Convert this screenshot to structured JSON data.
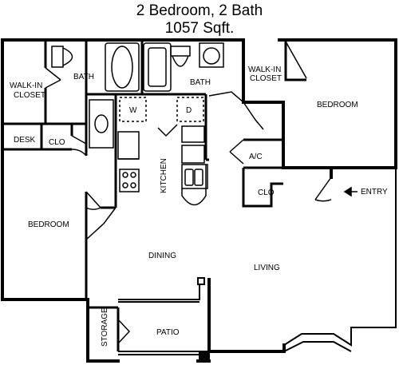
{
  "title": "2 Bedroom, 2 Bath",
  "subtitle": "1057 Sqft.",
  "rooms": {
    "walk_in_closet_left_line1": "WALK-IN",
    "walk_in_closet_left_line2": "CLOSET",
    "bath_left": "BATH",
    "bath_right": "BATH",
    "walk_in_closet_right_line1": "WALK-IN",
    "walk_in_closet_right_line2": "CLOSET",
    "bedroom_right": "BEDROOM",
    "desk": "DESK",
    "closet_left": "CLO",
    "washer": "W",
    "dryer": "D",
    "kitchen": "KITCHEN",
    "ac": "A/C",
    "closet_right": "CLO",
    "entry": "ENTRY",
    "bedroom_left": "BEDROOM",
    "dining": "DINING",
    "living": "LIVING",
    "storage": "STORAGE",
    "patio": "PATIO"
  }
}
